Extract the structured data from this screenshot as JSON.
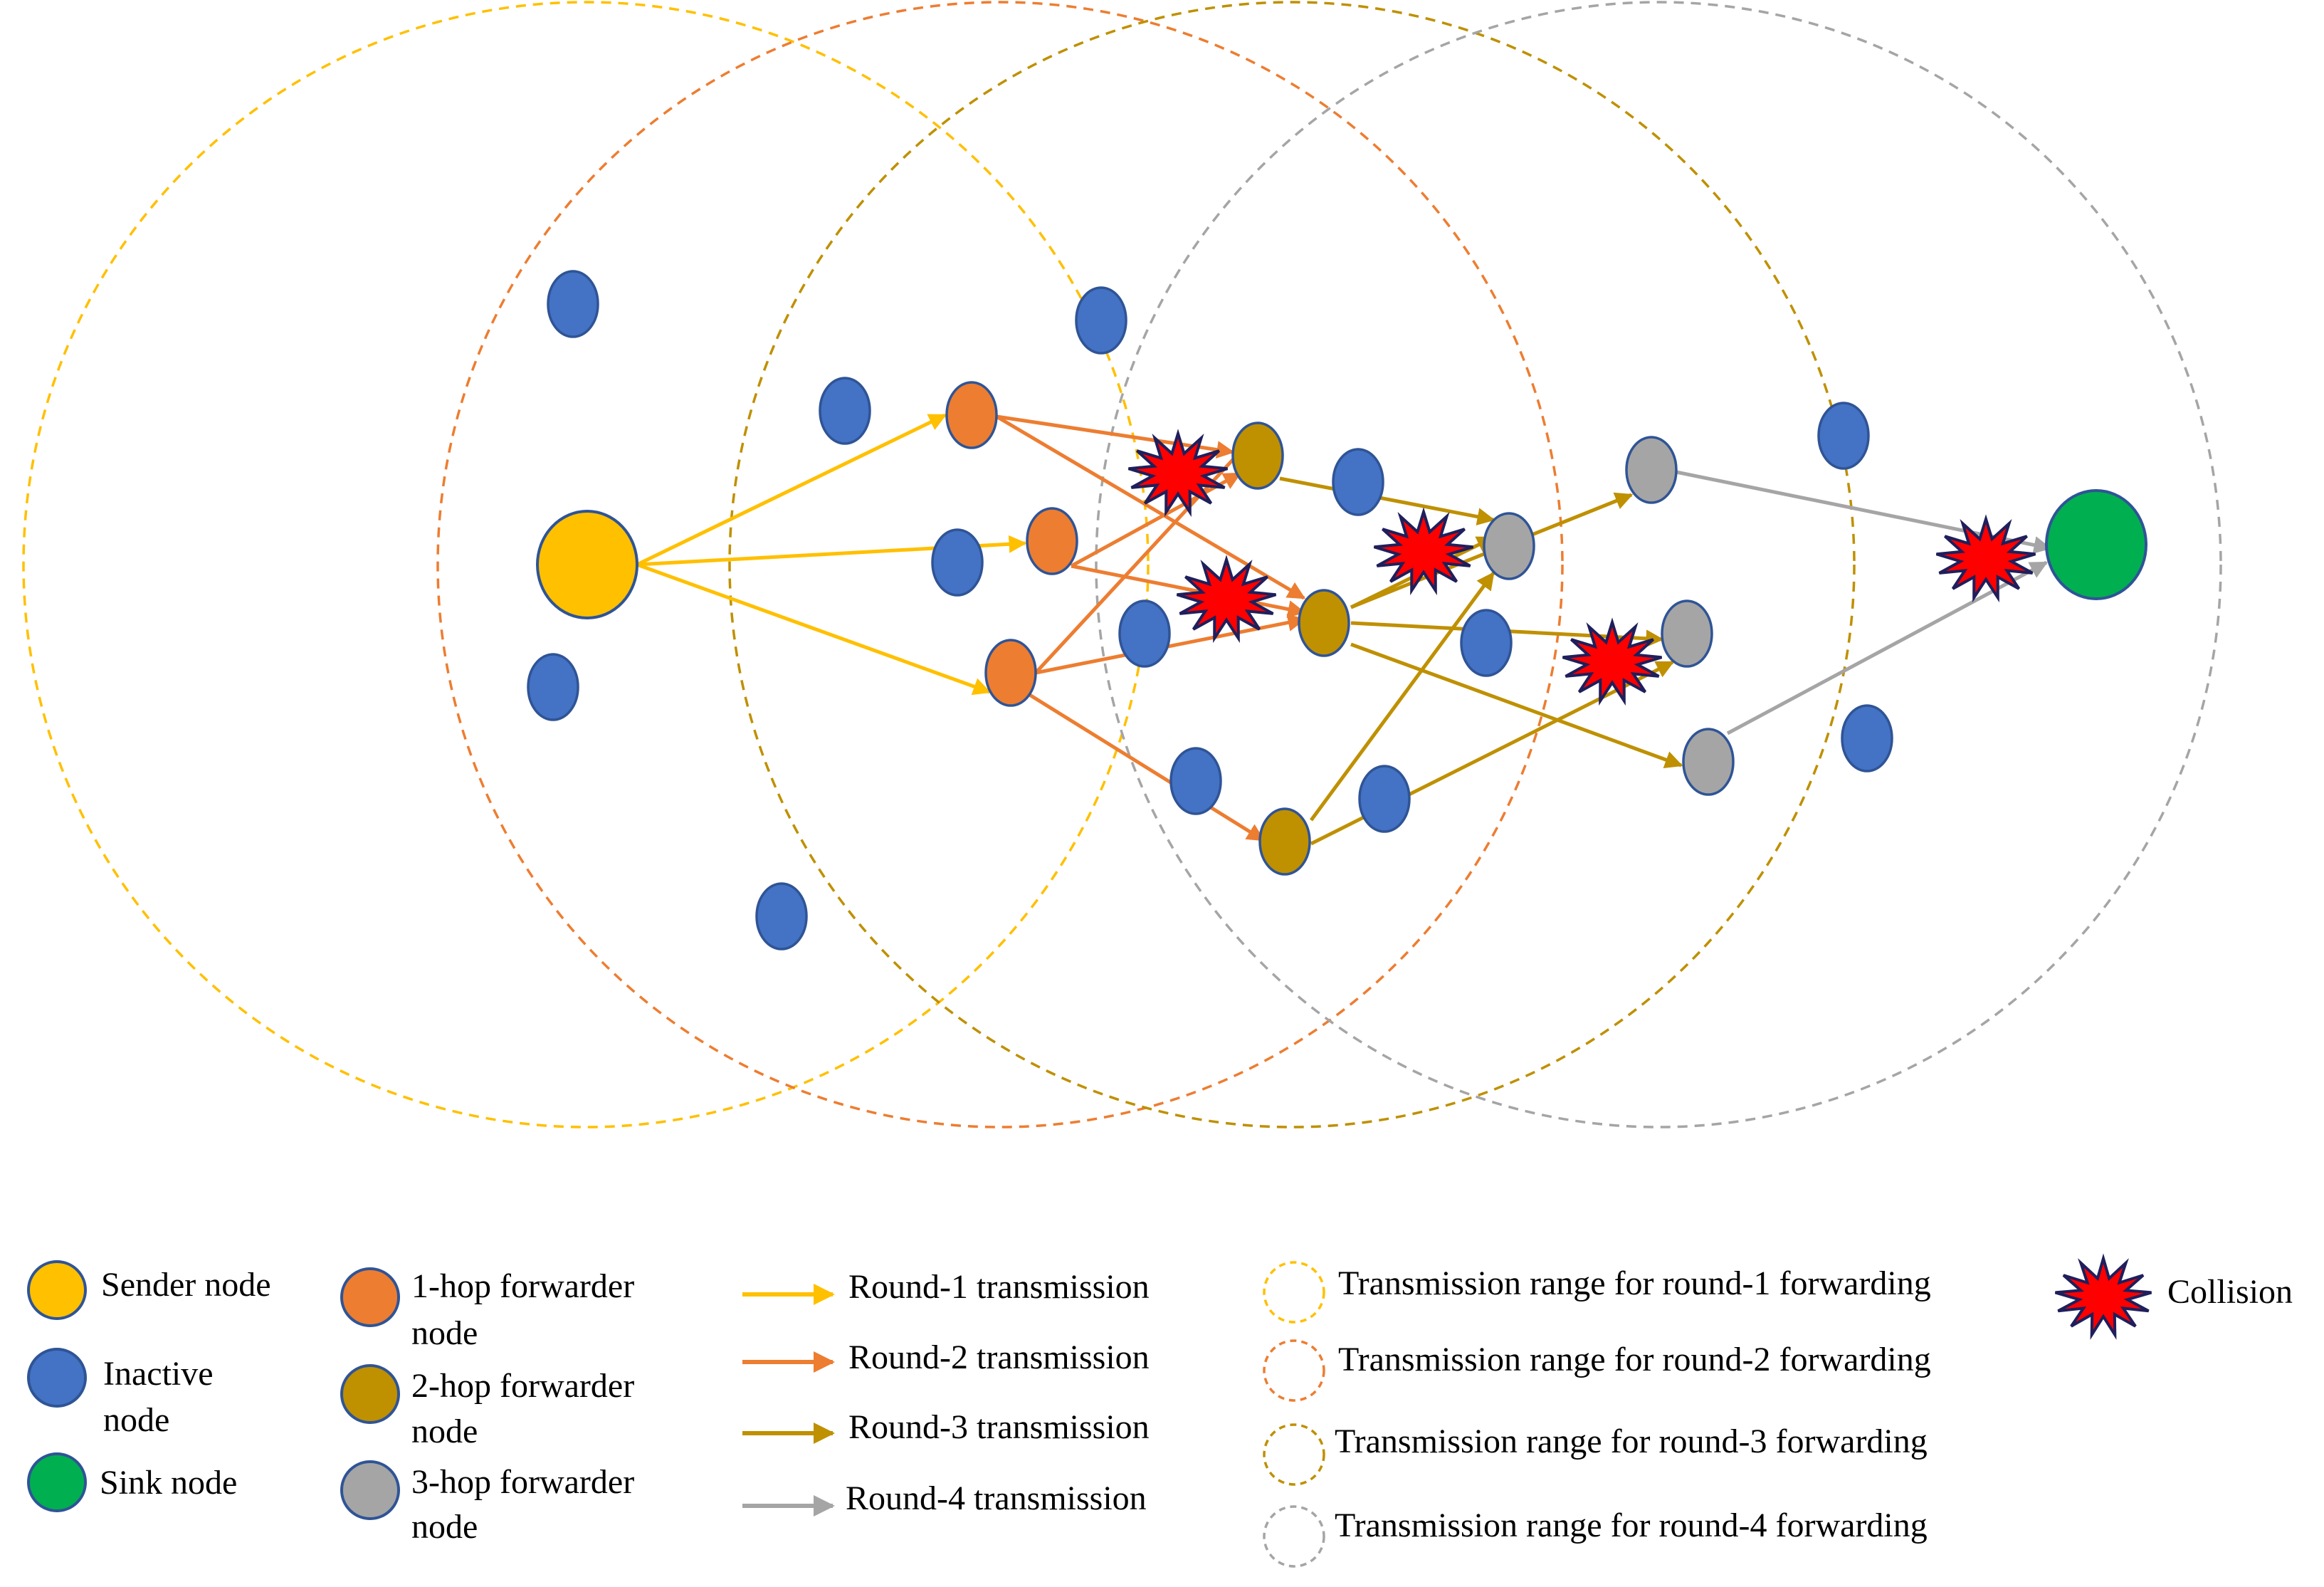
{
  "colors": {
    "sender": "#FFC000",
    "inactive": "#4472C4",
    "sink": "#00B050",
    "hop1": "#ED7D31",
    "hop2": "#BF9000",
    "hop3": "#A5A5A5",
    "round1": "#FFC000",
    "round2": "#ED7D31",
    "round3": "#BF9000",
    "round4": "#A5A5A5",
    "collision_fill": "#FF0000",
    "collision_stroke": "#1F1F5C",
    "node_stroke": "#2F5496"
  },
  "legend": {
    "sender": "Sender node",
    "inactive_1": "Inactive",
    "inactive_2": "node",
    "sink": "Sink node",
    "hop1_1": "1-hop forwarder",
    "hop1_2": "node",
    "hop2_1": "2-hop forwarder",
    "hop2_2": "node",
    "hop3_1": "3-hop forwarder",
    "hop3_2": "node",
    "round1": "Round-1 transmission",
    "round2": "Round-2 transmission",
    "round3": "Round-3 transmission",
    "round4": "Round-4 transmission",
    "range1": "Transmission range for round-1 forwarding",
    "range2": "Transmission range for round-2 forwarding",
    "range3": "Transmission range for round-3 forwarding",
    "range4": "Transmission range for round-4 forwarding",
    "collision": "Collision"
  }
}
